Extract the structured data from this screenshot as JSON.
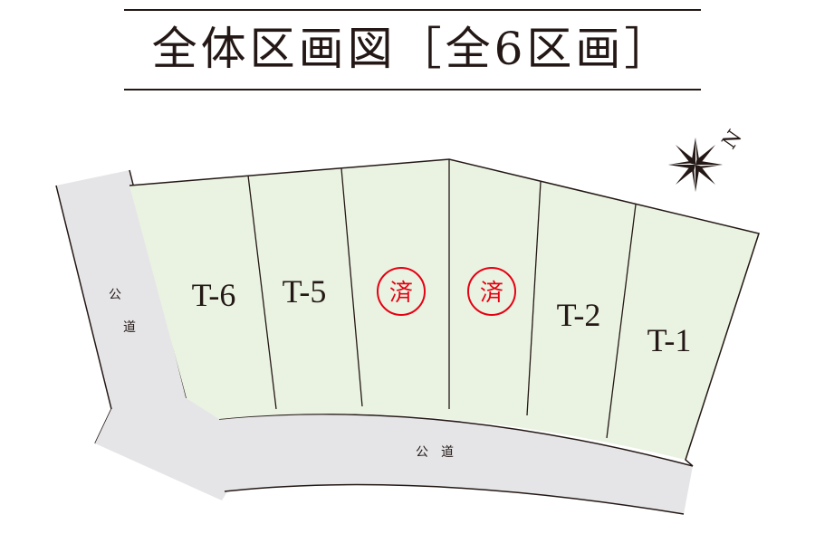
{
  "header": {
    "title": "全体区画図［全6区画］"
  },
  "colors": {
    "lot_fill": "#eaf3e2",
    "road_fill": "#e5e5e7",
    "line": "#231815",
    "sold_stamp": "#e60012"
  },
  "compass": {
    "icon": "compass-rose-icon",
    "direction_label": "N"
  },
  "roads": [
    {
      "id": "left-road",
      "label_chars": [
        "公",
        "道"
      ]
    },
    {
      "id": "bottom-road",
      "label": "公　道"
    }
  ],
  "lots": [
    {
      "id": "T-6",
      "label": "T-6",
      "status": "available"
    },
    {
      "id": "T-5",
      "label": "T-5",
      "status": "available"
    },
    {
      "id": "T-4",
      "label": "済",
      "status": "sold"
    },
    {
      "id": "T-3",
      "label": "済",
      "status": "sold"
    },
    {
      "id": "T-2",
      "label": "T-2",
      "status": "available"
    },
    {
      "id": "T-1",
      "label": "T-1",
      "status": "available"
    }
  ]
}
